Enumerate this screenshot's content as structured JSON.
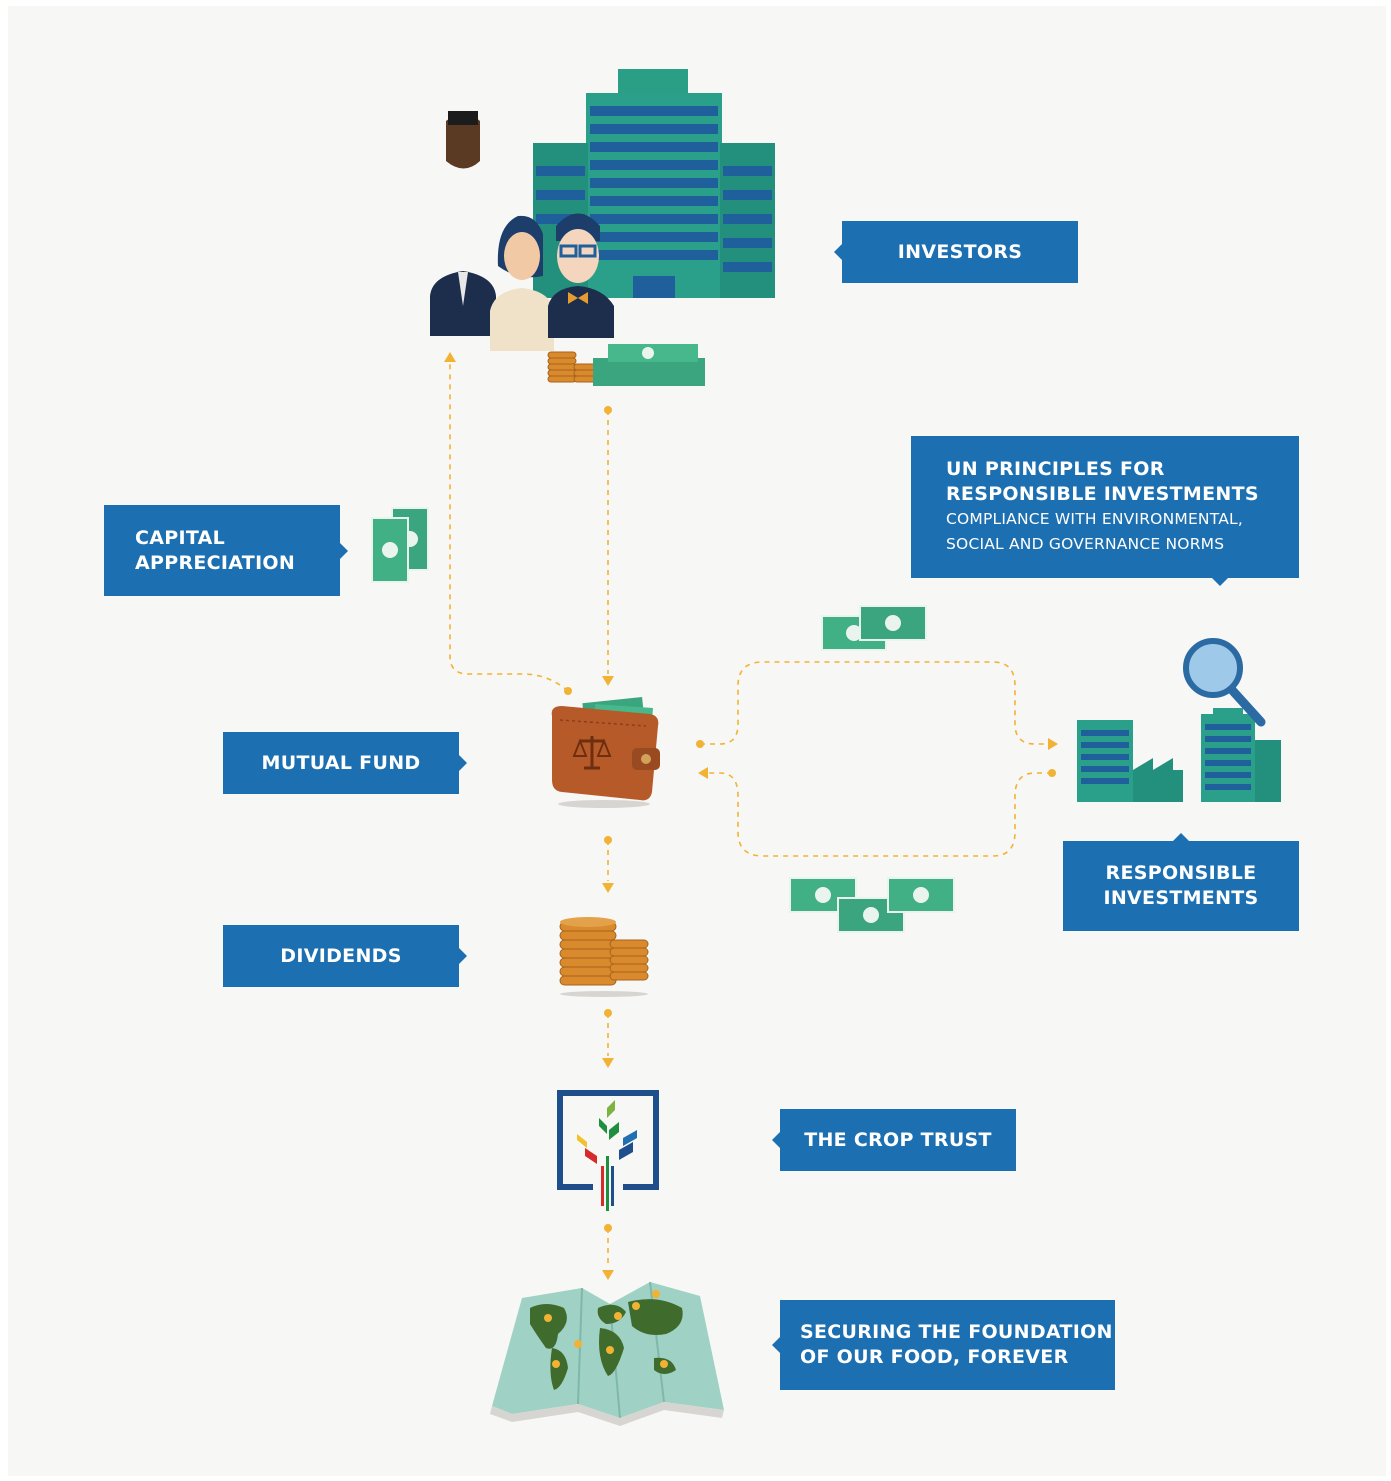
{
  "labels": {
    "investors": "INVESTORS",
    "capital_appreciation": "CAPITAL\nAPPRECIATION",
    "un_principles_title": "UN PRINCIPLES FOR\nRESPONSIBLE INVESTMENTS",
    "un_principles_sub": "COMPLIANCE WITH ENVIRONMENTAL,\nSOCIAL AND GOVERNANCE NORMS",
    "mutual_fund": "MUTUAL FUND",
    "responsible_investments": "RESPONSIBLE\nINVESTMENTS",
    "dividends": "DIVIDENDS",
    "crop_trust": "THE CROP TRUST",
    "securing": "SECURING THE FOUNDATION\nOF OUR FOOD, FOREVER"
  },
  "colors": {
    "label_bg": "#1c6fb1",
    "arrow": "#f2b233",
    "building": "#2fa58c",
    "money": "#3aa57e",
    "coin": "#d98a2c",
    "wallet": "#b75a2a"
  },
  "icons": [
    "investors-illustration",
    "money-icon",
    "wallet-icon",
    "coins-icon",
    "crop-trust-logo",
    "world-map-icon",
    "factory-icon",
    "magnifier-icon"
  ]
}
